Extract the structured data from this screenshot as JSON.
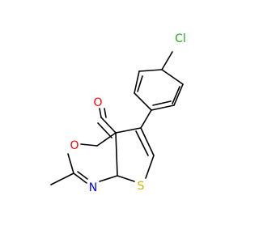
{
  "molecule": {
    "atoms": {
      "cl": {
        "label": "Cl",
        "color": "#1fb01f"
      },
      "o_carbonyl": {
        "label": "O",
        "color": "#ff0000"
      },
      "o_ring": {
        "label": "O",
        "color": "#ff0000"
      },
      "n": {
        "label": "N",
        "color": "#0000ff"
      },
      "s": {
        "label": "S",
        "color": "#c8b400"
      }
    }
  }
}
